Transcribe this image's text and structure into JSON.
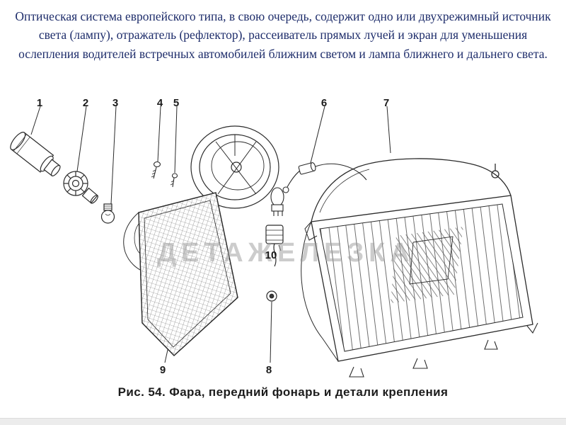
{
  "intro": {
    "text": "Оптическая система европейского типа, в свою очередь, содержит одно или двухрежимный источник света (лампу), отражатель (рефлектор), рассеиватель прямых лучей и экран для уменьшения ослепления водителей встречных автомобилей ближним светом и лампа ближнего и дальнего света.",
    "color": "#1e2d6b"
  },
  "figure": {
    "caption": "Рис. 54. Фара, передний фонарь и детали крепления",
    "watermark": "ДЕТАЖЕЛЕЗКА",
    "callouts": [
      "1",
      "2",
      "3",
      "4",
      "5",
      "6",
      "7",
      "8",
      "9",
      "10"
    ],
    "parts": {
      "1": "bulb-holder-cylinder",
      "2": "lamp-socket",
      "3": "small-bulb",
      "4": "screw",
      "5": "screw",
      "6": "wire-connector",
      "7": "headlight-unit",
      "8": "washer-nut",
      "9": "turn-signal-lens",
      "10": "bulb-socket"
    },
    "line_color": "#2b2b2b"
  }
}
